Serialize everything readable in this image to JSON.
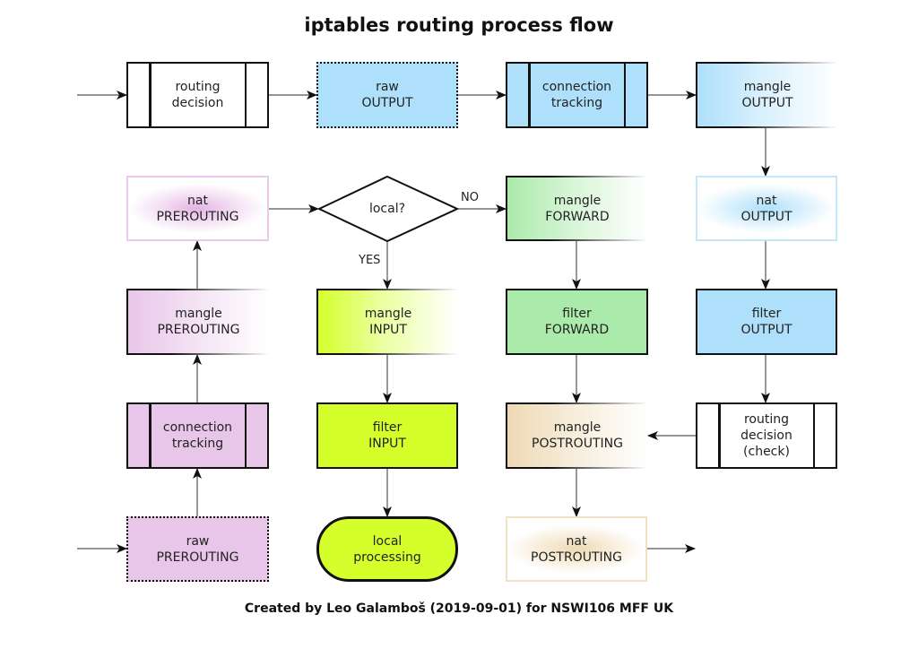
{
  "title": "iptables routing process flow",
  "footer": "Created by Leo Galamboš (2019-09-01) for NSWI106 MFF UK",
  "colors": {
    "raw_prerouting": "#e8c6e9",
    "prerouting": "#e8c6e9",
    "output": "#aee0fb",
    "forward": "#aaeaaa",
    "input": "#d4ff2a",
    "postrouting": "#eed9b5"
  },
  "nodes": {
    "routing_decision": {
      "label": "routing\ndecision"
    },
    "raw_output": {
      "label": "raw\nOUTPUT"
    },
    "conntrack_output": {
      "label": "connection\ntracking"
    },
    "mangle_output": {
      "label": "mangle\nOUTPUT"
    },
    "nat_prerouting": {
      "label": "nat\nPREROUTING"
    },
    "local_decision": {
      "label": "local?"
    },
    "mangle_forward": {
      "label": "mangle\nFORWARD"
    },
    "nat_output": {
      "label": "nat\nOUTPUT"
    },
    "mangle_prerouting": {
      "label": "mangle\nPREROUTING"
    },
    "mangle_input": {
      "label": "mangle\nINPUT"
    },
    "filter_forward": {
      "label": "filter\nFORWARD"
    },
    "filter_output": {
      "label": "filter\nOUTPUT"
    },
    "conntrack_prerouting": {
      "label": "connection\ntracking"
    },
    "filter_input": {
      "label": "filter\nINPUT"
    },
    "mangle_postrouting": {
      "label": "mangle\nPOSTROUTING"
    },
    "routing_decision_check": {
      "label": "routing\ndecision\n(check)"
    },
    "raw_prerouting": {
      "label": "raw\nPREROUTING"
    },
    "local_processing": {
      "label": "local\nprocessing"
    },
    "nat_postrouting": {
      "label": "nat\nPOSTROUTING"
    }
  },
  "edges": {
    "no_label": "NO",
    "yes_label": "YES"
  }
}
